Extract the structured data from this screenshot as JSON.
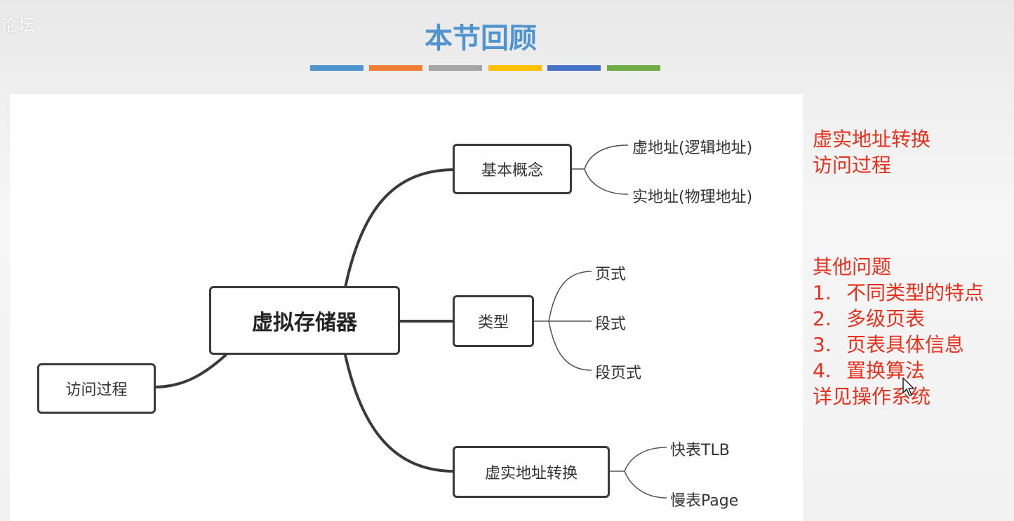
{
  "watermark": "论坛",
  "title": "本节回顾",
  "accent_bars": [
    "#4f93cf",
    "#ed7d31",
    "#a5a5a5",
    "#ffc000",
    "#4472c4",
    "#70ad47"
  ],
  "mindmap": {
    "root": "虚拟存储器",
    "left": "访问过程",
    "branches": [
      {
        "label": "基本概念",
        "children": [
          "虚地址(逻辑地址)",
          "实地址(物理地址)"
        ]
      },
      {
        "label": "类型",
        "children": [
          "页式",
          "段式",
          "段页式"
        ]
      },
      {
        "label": "虚实地址转换",
        "children": [
          "快表TLB",
          "慢表Page"
        ]
      }
    ]
  },
  "notes": {
    "top": [
      "虚实地址转换",
      "访问过程"
    ],
    "heading": "其他问题",
    "items": [
      {
        "num": "1.",
        "text": "不同类型的特点"
      },
      {
        "num": "2.",
        "text": "多级页表"
      },
      {
        "num": "3.",
        "text": "页表具体信息"
      },
      {
        "num": "4.",
        "text": "置换算法"
      }
    ],
    "footer": "详见操作系统"
  },
  "colors": {
    "title": "#4f93cf",
    "notes": "#e8301c",
    "node_border": "#3a3a3a"
  }
}
